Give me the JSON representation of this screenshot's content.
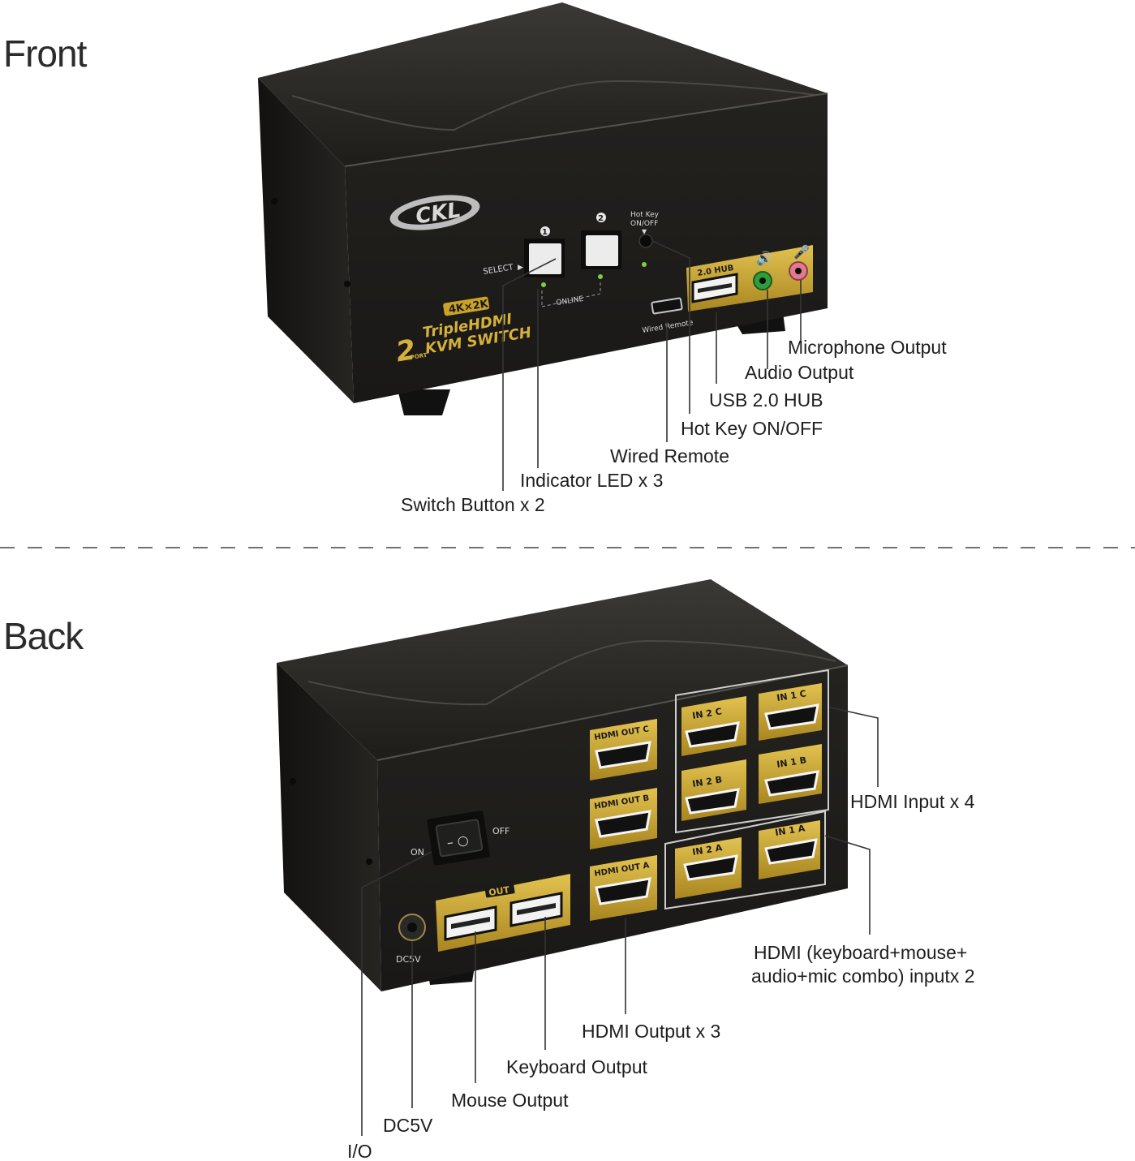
{
  "sections": {
    "front_title": "Front",
    "back_title": "Back"
  },
  "front_callouts": {
    "microphone_output": "Microphone Output",
    "audio_output": "Audio Output",
    "usb_hub": "USB 2.0 HUB",
    "hot_key": "Hot Key ON/OFF",
    "wired_remote": "Wired Remote",
    "indicator_led": "Indicator LED x 3",
    "switch_button": "Switch Button x 2"
  },
  "back_callouts": {
    "hdmi_input": "HDMI Input x 4",
    "hdmi_combo_line1": "HDMI (keyboard+mouse+",
    "hdmi_combo_line2": "audio+mic combo) inputx 2",
    "hdmi_output": "HDMI Output x 3",
    "keyboard_output": "Keyboard Output",
    "mouse_output": "Mouse Output",
    "dc5v": "DC5V",
    "io": "I/O"
  },
  "front_panel": {
    "brand": "CKL",
    "badge": "4K×2K",
    "product_line1": "TripleHDMI",
    "product_line2": "KVM SWITCH",
    "port_count": "2",
    "port_word": "PORT",
    "button1": "1",
    "button2": "2",
    "select": "SELECT",
    "online": "ONLINE",
    "hotkey_line1": "Hot Key",
    "hotkey_line2": "ON/OFF",
    "wired_remote": "Wired Remote",
    "hub": "2.0 HUB"
  },
  "back_panel": {
    "on": "ON",
    "off": "OFF",
    "dc5v": "DC5V",
    "out": "OUT",
    "hdmi_out_c": "HDMI OUT C",
    "hdmi_out_b": "HDMI OUT B",
    "hdmi_out_a": "HDMI OUT A",
    "in2c": "IN 2 C",
    "in1c": "IN 1 C",
    "in2b": "IN 2 B",
    "in1b": "IN 1 B",
    "in2a": "IN 2 A",
    "in1a": "IN 1 A"
  },
  "colors": {
    "device_body": "#1c1b19",
    "device_top": "#2a2926",
    "gold": "#c9a227",
    "led_green": "#7fcf3a",
    "audio_green": "#2f9e3a",
    "mic_pink": "#e07a8e"
  }
}
